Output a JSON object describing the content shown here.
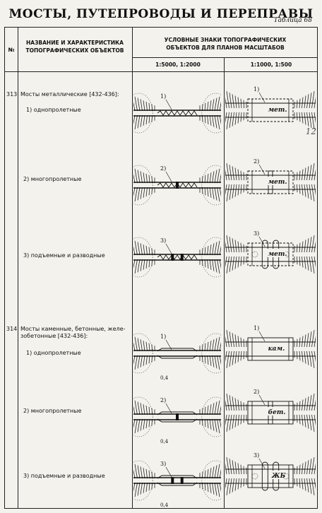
{
  "title": "МОСТЫ, ПУТЕПРОВОДЫ И ПЕРЕПРАВЫ",
  "table_label": "Таблица 68",
  "headers": {
    "number": "№",
    "name_line1": "НАЗВАНИЕ И ХАРАКТЕРИСТИКА",
    "name_line2": "ТОПОГРАФИЧЕСКИХ ОБЪЕКТОВ",
    "signs_line1": "УСЛОВНЫЕ ЗНАКИ ТОПОГРАФИЧЕСКИХ",
    "signs_line2": "ОБЪЕКТОВ ДЛЯ ПЛАНОВ МАСШТАБОВ",
    "scale_small": "1:5000, 1:2000",
    "scale_large": "1:1000, 1:500"
  },
  "rows": [
    {
      "number": "313",
      "title": "Мосты металлические [432-436]:",
      "items": [
        {
          "label": "1) однопролетные",
          "mark": "1)",
          "text": "мет."
        },
        {
          "label": "2) многопролетные",
          "mark": "2)",
          "text": "мет."
        },
        {
          "label": "3) подъемные и разводные",
          "mark": "3)",
          "text": "мет."
        }
      ]
    },
    {
      "number": "314",
      "title_line1": "Мосты каменные, бетонные, желе-",
      "title_line2": "зобетонные [432-436]:",
      "items": [
        {
          "label": "1) однопролетные",
          "mark": "1)",
          "text": "кам.",
          "dim": "0,4"
        },
        {
          "label": "2) многопролетные",
          "mark": "2)",
          "text": "бет.",
          "dim": "0,4"
        },
        {
          "label": "3) подъемные и разводные",
          "mark": "3)",
          "text": "ЖБ",
          "dim": "0,4"
        }
      ]
    }
  ]
}
